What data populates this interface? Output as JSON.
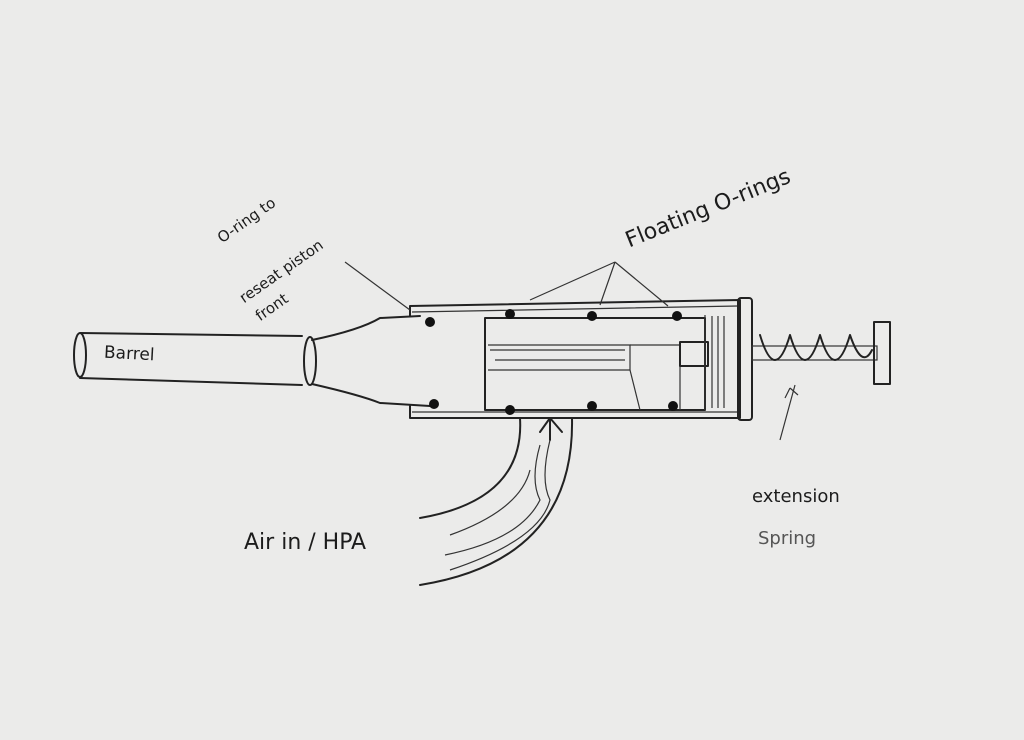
{
  "labels": {
    "barrel": "Barrel",
    "oring_note": [
      "O-ring to",
      "reseat piston",
      "front"
    ],
    "floating": "Floating O-rings",
    "air": "Air in / HPA",
    "spring": [
      "extension",
      "Spring"
    ]
  },
  "colors": {
    "paper": "#ebebea",
    "ink": "#222222"
  }
}
